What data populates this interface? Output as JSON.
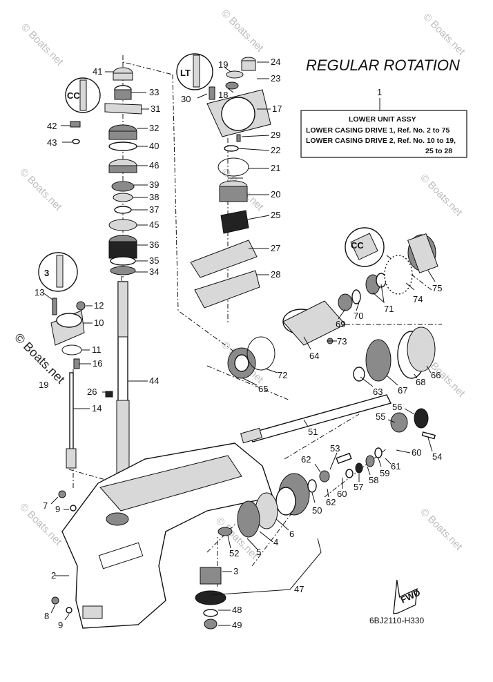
{
  "diagram": {
    "title": "REGULAR ROTATION",
    "diagram_code": "6BJ2110-H330",
    "fwd_label": "FWD",
    "watermark": "© Boats.net",
    "assembly_box": {
      "ref_number": "1",
      "heading": "LOWER UNIT ASSY",
      "line1": "LOWER CASING DRIVE 1, Ref. No. 2 to 75",
      "line2": "LOWER CASING DRIVE 2, Ref. No. 10 to 19,",
      "line3": "25 to 28"
    },
    "callouts": [
      "2",
      "3",
      "4",
      "5",
      "6",
      "7",
      "8",
      "9",
      "9",
      "10",
      "11",
      "12",
      "13",
      "14",
      "16",
      "17",
      "18",
      "19",
      "19",
      "20",
      "21",
      "22",
      "23",
      "24",
      "25",
      "26",
      "27",
      "28",
      "29",
      "30",
      "31",
      "32",
      "33",
      "34",
      "35",
      "36",
      "37",
      "38",
      "39",
      "40",
      "41",
      "42",
      "43",
      "44",
      "45",
      "46",
      "47",
      "48",
      "49",
      "50",
      "51",
      "52",
      "53",
      "54",
      "55",
      "56",
      "57",
      "58",
      "59",
      "60",
      "60",
      "61",
      "62",
      "62",
      "63",
      "64",
      "65",
      "66",
      "67",
      "68",
      "69",
      "70",
      "71",
      "72",
      "73",
      "74",
      "75"
    ]
  }
}
